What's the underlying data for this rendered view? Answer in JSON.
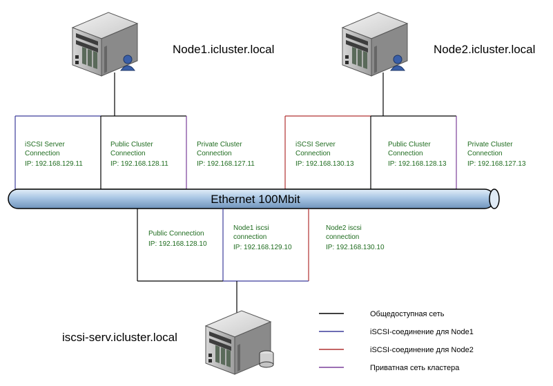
{
  "nodes": {
    "node1": {
      "hostname": "Node1.icluster.local"
    },
    "node2": {
      "hostname": "Node2.icluster.local"
    },
    "storage": {
      "hostname": "iscsi-serv.icluster.local"
    }
  },
  "connections": {
    "node1": {
      "iscsi": {
        "line1": "iSCSI Server",
        "line2": "Connection",
        "ip": "IP: 192.168.129.11"
      },
      "public": {
        "line1": "Public Cluster",
        "line2": "Connection",
        "ip": "IP: 192.168.128.11"
      },
      "private": {
        "line1": "Private Cluster",
        "line2": "Connection",
        "ip": "IP: 192.168.127.11"
      }
    },
    "node2": {
      "iscsi": {
        "line1": "iSCSI Server",
        "line2": "Connection",
        "ip": "IP: 192.168.130.13"
      },
      "public": {
        "line1": "Public Cluster",
        "line2": "Connection",
        "ip": "IP: 192.168.128.13"
      },
      "private": {
        "line1": "Private Cluster",
        "line2": "Connection",
        "ip": "IP: 192.168.127.13"
      }
    },
    "storage": {
      "public": {
        "line1": "Public Connection",
        "ip": "IP: 192.168.128.10"
      },
      "node1": {
        "line1": "Node1 iscsi",
        "line2": "connection",
        "ip": "IP: 192.168.129.10"
      },
      "node2": {
        "line1": "Node2 iscsi",
        "line2": "connection",
        "ip": "IP: 192.168.130.10"
      }
    }
  },
  "bus": {
    "label": "Ethernet 100Mbit"
  },
  "legend": [
    {
      "label": "Общедоступная сеть",
      "color": "#000000"
    },
    {
      "label": "iSCSI-соединение для Node1",
      "color": "#3b3b9a"
    },
    {
      "label": "iSCSI-соединение для Node2",
      "color": "#b03030"
    },
    {
      "label": "Приватная сеть кластера",
      "color": "#7a3e9a"
    }
  ],
  "colors": {
    "public": "#000000",
    "iscsi_node1": "#3b3b9a",
    "iscsi_node2": "#b03030",
    "private": "#7a3e9a",
    "label_text": "#1e6b1e",
    "bus_fill": "#a9c6e4"
  }
}
